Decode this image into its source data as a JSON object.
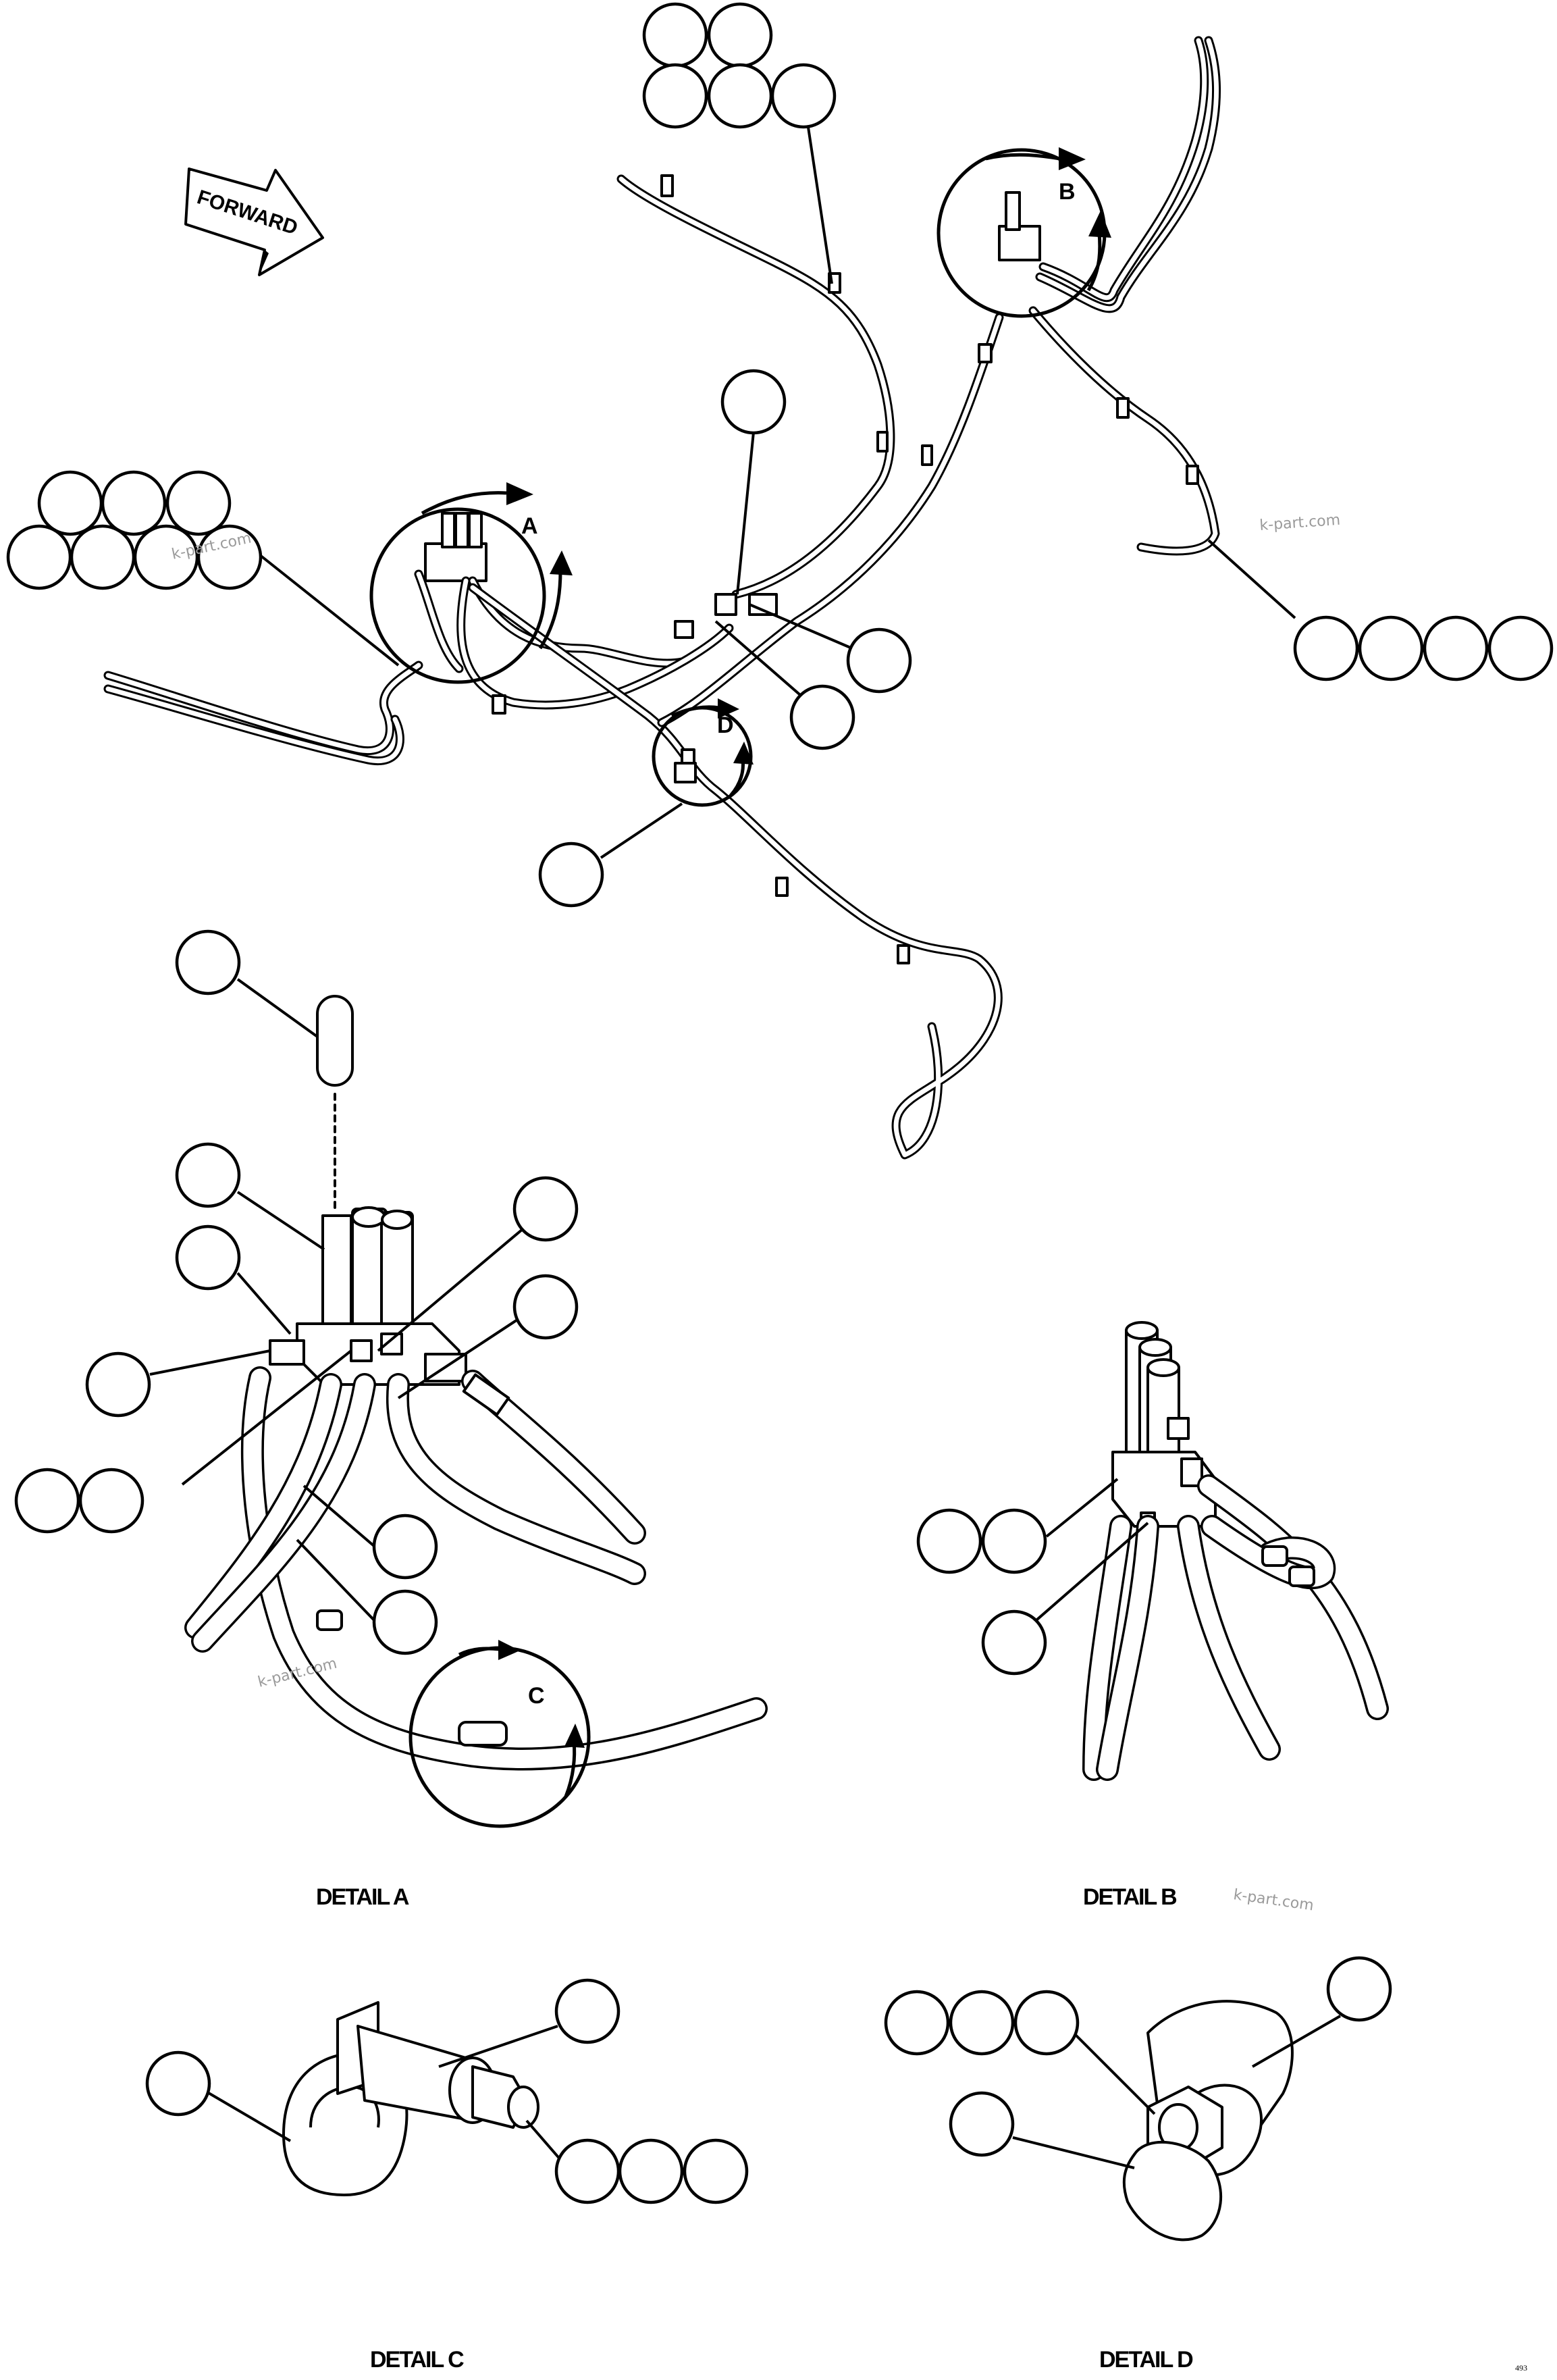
{
  "direction_arrow": {
    "label": "FORWARD"
  },
  "detail_letters": {
    "a": "A",
    "b": "B",
    "c": "C",
    "d": "D"
  },
  "captions": {
    "detail_a": "DETAIL A",
    "detail_b": "DETAIL B",
    "detail_c": "DETAIL C",
    "detail_d": "DETAIL D"
  },
  "watermarks": [
    "k-part.com",
    "k-part.com",
    "k-part.com",
    "k-part.com"
  ],
  "page_number": "493",
  "callout_numbers": []
}
